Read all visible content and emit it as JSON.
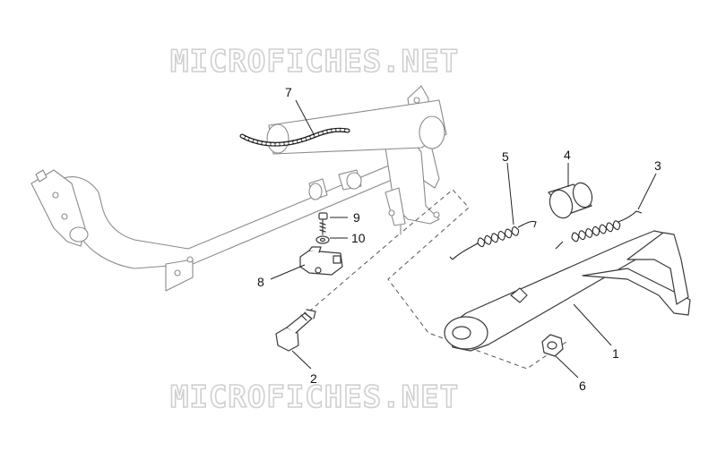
{
  "watermark": {
    "top": "MICROFICHES.NET",
    "bottom": "MICROFICHES.NET"
  },
  "callouts": [
    {
      "id": "1",
      "label": "1"
    },
    {
      "id": "2",
      "label": "2"
    },
    {
      "id": "3",
      "label": "3"
    },
    {
      "id": "4",
      "label": "4"
    },
    {
      "id": "5",
      "label": "5"
    },
    {
      "id": "6",
      "label": "6"
    },
    {
      "id": "7",
      "label": "7"
    },
    {
      "id": "8",
      "label": "8"
    },
    {
      "id": "9",
      "label": "9"
    },
    {
      "id": "10",
      "label": "10"
    }
  ]
}
